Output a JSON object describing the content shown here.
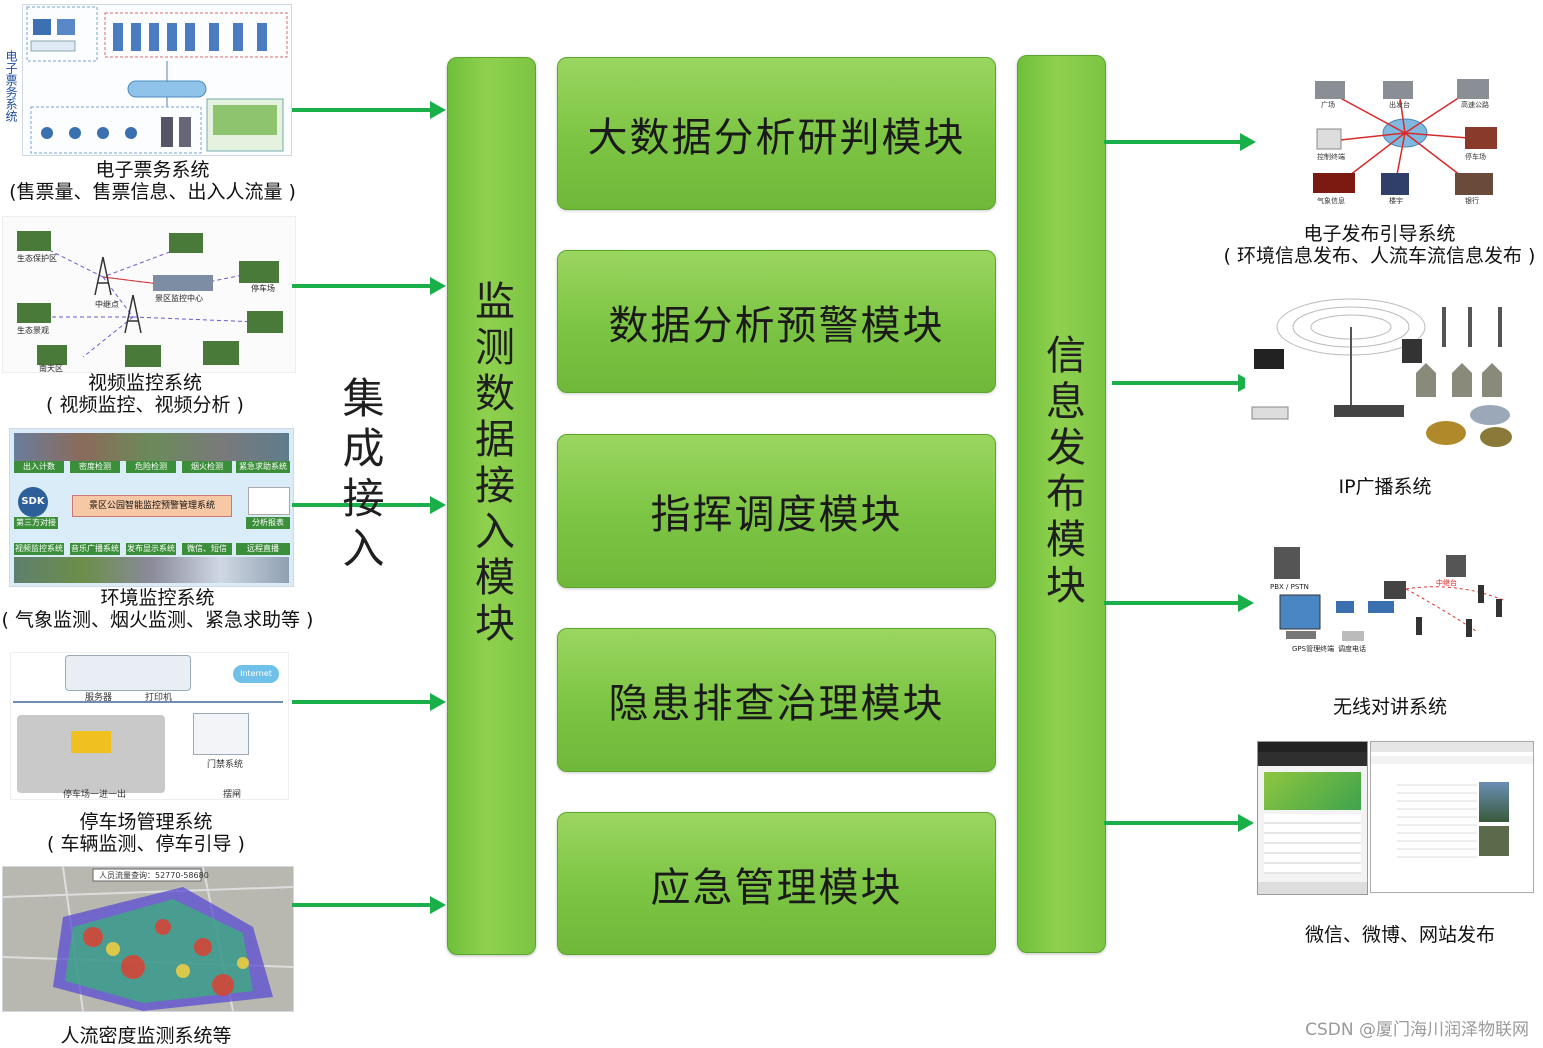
{
  "left_systems": [
    {
      "title": "电子票务系统",
      "subtitle": "(售票量、售票信息、出入人流量 )"
    },
    {
      "title": "视频监控系统",
      "subtitle": "( 视频监控、视频分析 )"
    },
    {
      "title": "环境监控系统",
      "subtitle": "( 气象监测、烟火监测、紧急求助等 )"
    },
    {
      "title": "停车场管理系统",
      "subtitle": "( 车辆监测、停车引导 )"
    },
    {
      "title": "人流密度监测系统等",
      "subtitle": ""
    }
  ],
  "ticket_sidebar": "电子票务系统",
  "integration_label": "集成接入",
  "data_access_module": "监测数据接入模块",
  "modules": [
    "大数据分析研判模块",
    "数据分析预警模块",
    "指挥调度模块",
    "隐患排查治理模块",
    "应急管理模块"
  ],
  "publish_module": "信息发布模块",
  "right_systems": [
    {
      "title": "电子发布引导系统",
      "subtitle": "( 环境信息发布、人流车流信息发布 )"
    },
    {
      "title": "IP广播系统",
      "subtitle": ""
    },
    {
      "title": "无线对讲系统",
      "subtitle": ""
    },
    {
      "title": "微信、微博、网站发布",
      "subtitle": ""
    }
  ],
  "thumb_text": {
    "video": [
      "生态保护区",
      "中继点",
      "景区监控中心",
      "停车场",
      "生态景观",
      "南天区"
    ],
    "env_header": [
      "出入计数",
      "密度检测",
      "危险检测",
      "烟火检测",
      "紧急求助系统"
    ],
    "env_center": "景区公园智能监控预警管理系统",
    "env_left": "第三方对接",
    "env_right": "分析报表",
    "env_footer": [
      "视频监控系统",
      "音乐广播系统",
      "发布显示系统",
      "微信、短信",
      "远程直播"
    ],
    "parking": [
      "服务器",
      "打印机",
      "Internet",
      "停车场一进一出",
      "门禁系统",
      "摆闸"
    ],
    "heatmap": "人员流量查询：52770-58680",
    "radio": [
      "PBX / PSTN",
      "GPS管理终端",
      "调度电话",
      "中继台"
    ],
    "guide": [
      "广场",
      "出发台",
      "高速公路",
      "控制终端",
      "气象信息",
      "楼宇",
      "银行",
      "停车场"
    ]
  },
  "colors": {
    "arrow": "#19b04a",
    "module_green": "#7cc443",
    "border_green": "#5aa62c"
  },
  "watermark": "CSDN @厦门海川润泽物联网"
}
